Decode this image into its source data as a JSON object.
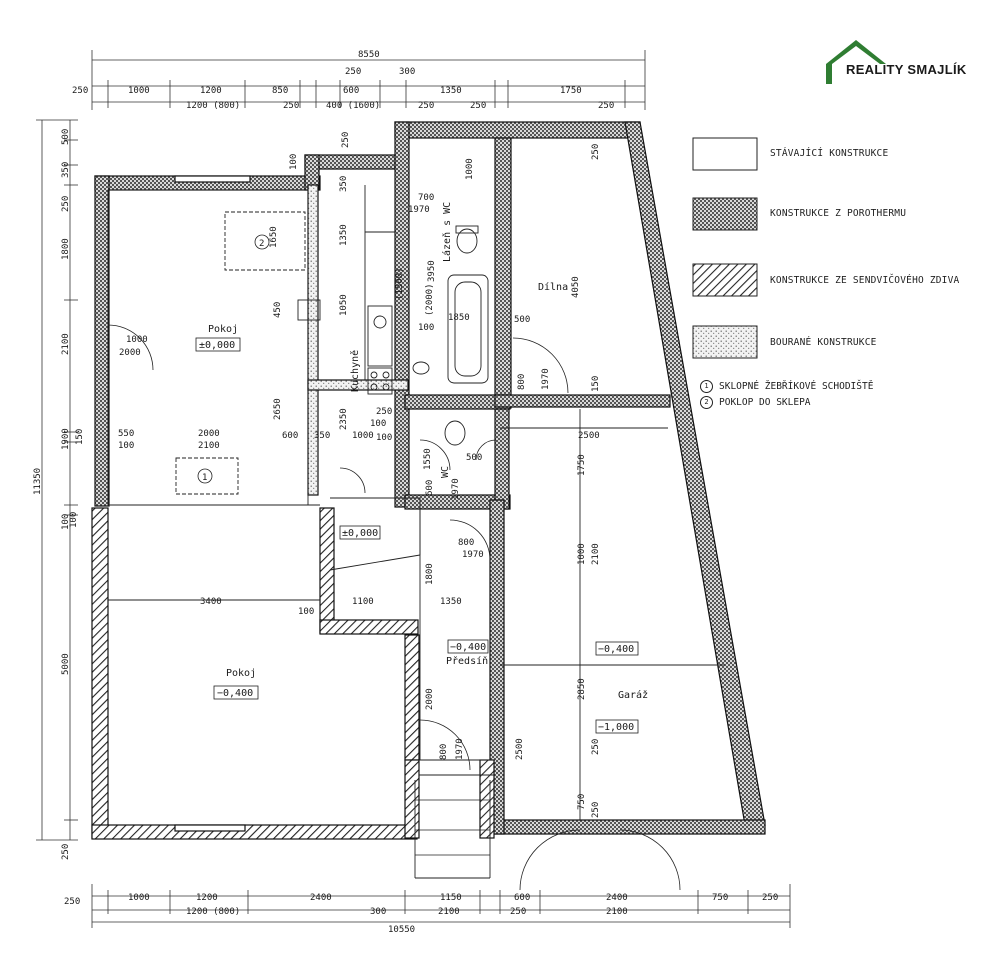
{
  "brand": {
    "name": "REALITY SMAJLÍK",
    "roof_color": "#2f7d32"
  },
  "legend": {
    "existing": "STÁVAJÍCÍ KONSTRUKCE",
    "porotherm": "KONSTRUKCE Z POROTHERMU",
    "sandwich": "KONSTRUKCE ZE SENDVIČOVÉHO ZDIVA",
    "demolished": "BOURANÉ KONSTRUKCE",
    "note1": "SKLOPNÉ ŽEBŘÍKOVÉ SCHODIŠTĚ",
    "note2": "POKLOP DO SKLEPA",
    "note1_num": "1",
    "note2_num": "2"
  },
  "rooms": {
    "pokoj_top": "Pokoj",
    "pokoj_top_level": "±0,000",
    "pokoj_bottom": "Pokoj",
    "pokoj_bottom_level": "−0,400",
    "kuchyne": "Kuchyně",
    "lazne": "Lázeň s WC",
    "wc": "WC",
    "dilna": "Dílna",
    "predsin": "Předsíň",
    "predsin_level": "−0,400",
    "hall_level": "±0,000",
    "garaz": "Garáž",
    "garaz_level_upper": "−0,400",
    "garaz_level_lower": "−1,000",
    "marker1": "1",
    "marker2": "2"
  },
  "dimensions": {
    "top_total": "8550",
    "top_row1": [
      "250",
      "1000",
      "1200",
      "850",
      "600",
      "1350",
      "1750"
    ],
    "top_row1_extra": [
      "250",
      "300"
    ],
    "top_row2": [
      "1200 (800)",
      "250",
      "400 (1600)",
      "250",
      "250",
      "250"
    ],
    "bottom_total": "10550",
    "bottom_row1": [
      "250",
      "1000",
      "1200",
      "2400",
      "1150",
      "600",
      "2400",
      "750",
      "250"
    ],
    "bottom_row2": [
      "1200 (800)",
      "300",
      "2100",
      "250",
      "2100"
    ],
    "left_total": "11350",
    "left_dims": [
      "250",
      "500",
      "350",
      "1800",
      "2100",
      "150",
      "1900",
      "100",
      "5000",
      "250"
    ],
    "interior": [
      "1000",
      "2000",
      "550",
      "100",
      "2000",
      "2100",
      "600",
      "350",
      "1000",
      "100",
      "250",
      "2350",
      "2650",
      "450",
      "1650",
      "1350",
      "1050",
      "250",
      "350",
      "100",
      "700",
      "1970",
      "1000",
      "3950",
      "(2000)",
      "(1500)",
      "100",
      "1850",
      "500",
      "4050",
      "250",
      "800",
      "1970",
      "150",
      "2500",
      "1550",
      "600",
      "500",
      "1970",
      "800",
      "1970",
      "1800",
      "1000",
      "2100",
      "1750",
      "3400",
      "100",
      "1100",
      "1350",
      "2000",
      "800",
      "1970",
      "2850",
      "250",
      "2500",
      "750",
      "250",
      "100",
      "100"
    ]
  }
}
